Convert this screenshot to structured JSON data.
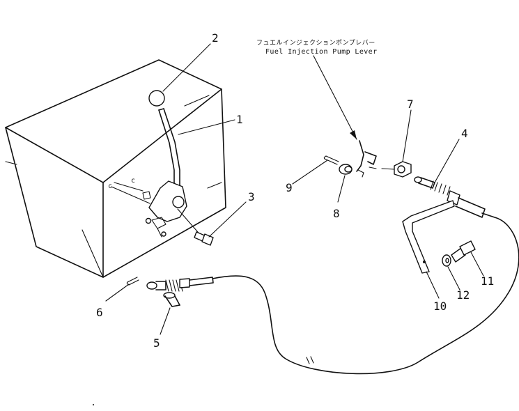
{
  "caption": {
    "japanese": "フュエルインジェクションポンプレバー",
    "english": "Fuel Injection Pump Lever"
  },
  "callouts": [
    {
      "id": "callout-1",
      "label": "1"
    },
    {
      "id": "callout-2",
      "label": "2"
    },
    {
      "id": "callout-3",
      "label": "3"
    },
    {
      "id": "callout-4",
      "label": "4"
    },
    {
      "id": "callout-5",
      "label": "5"
    },
    {
      "id": "callout-6",
      "label": "6"
    },
    {
      "id": "callout-7",
      "label": "7"
    },
    {
      "id": "callout-8",
      "label": "8"
    },
    {
      "id": "callout-9",
      "label": "9"
    },
    {
      "id": "callout-10",
      "label": "10"
    },
    {
      "id": "callout-11",
      "label": "11"
    },
    {
      "id": "callout-12",
      "label": "12"
    }
  ]
}
